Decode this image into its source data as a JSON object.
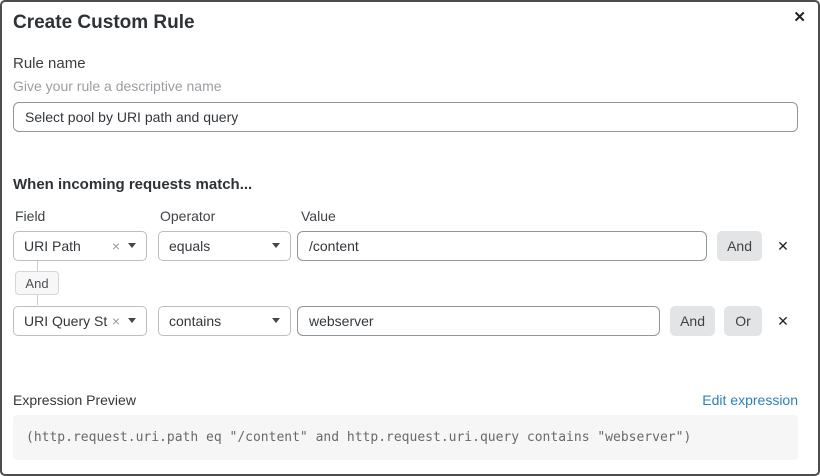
{
  "dialog": {
    "title": "Create Custom Rule"
  },
  "icons": {
    "close": "✕",
    "clear": "×",
    "delete_row": "✕"
  },
  "rule_name": {
    "label": "Rule name",
    "helper": "Give your rule a descriptive name",
    "value": "Select pool by URI path and query"
  },
  "match": {
    "heading": "When incoming requests match...",
    "columns": {
      "field": "Field",
      "operator": "Operator",
      "value": "Value"
    },
    "connector": "And",
    "rows": [
      {
        "field": "URI Path",
        "operator": "equals",
        "value": "/content",
        "and_button": "And"
      },
      {
        "field": "URI Query St...",
        "operator": "contains",
        "value": "webserver",
        "and_button": "And",
        "or_button": "Or"
      }
    ]
  },
  "expression": {
    "label": "Expression Preview",
    "edit_link": "Edit expression",
    "code": "(http.request.uri.path eq \"/content\" and http.request.uri.query contains \"webserver\")"
  },
  "colors": {
    "link_blue": "#2b80bd",
    "chip_gray": "#e3e4e5",
    "dialog_border": "#4d4d4d",
    "code_bg": "#f6f6f7"
  }
}
